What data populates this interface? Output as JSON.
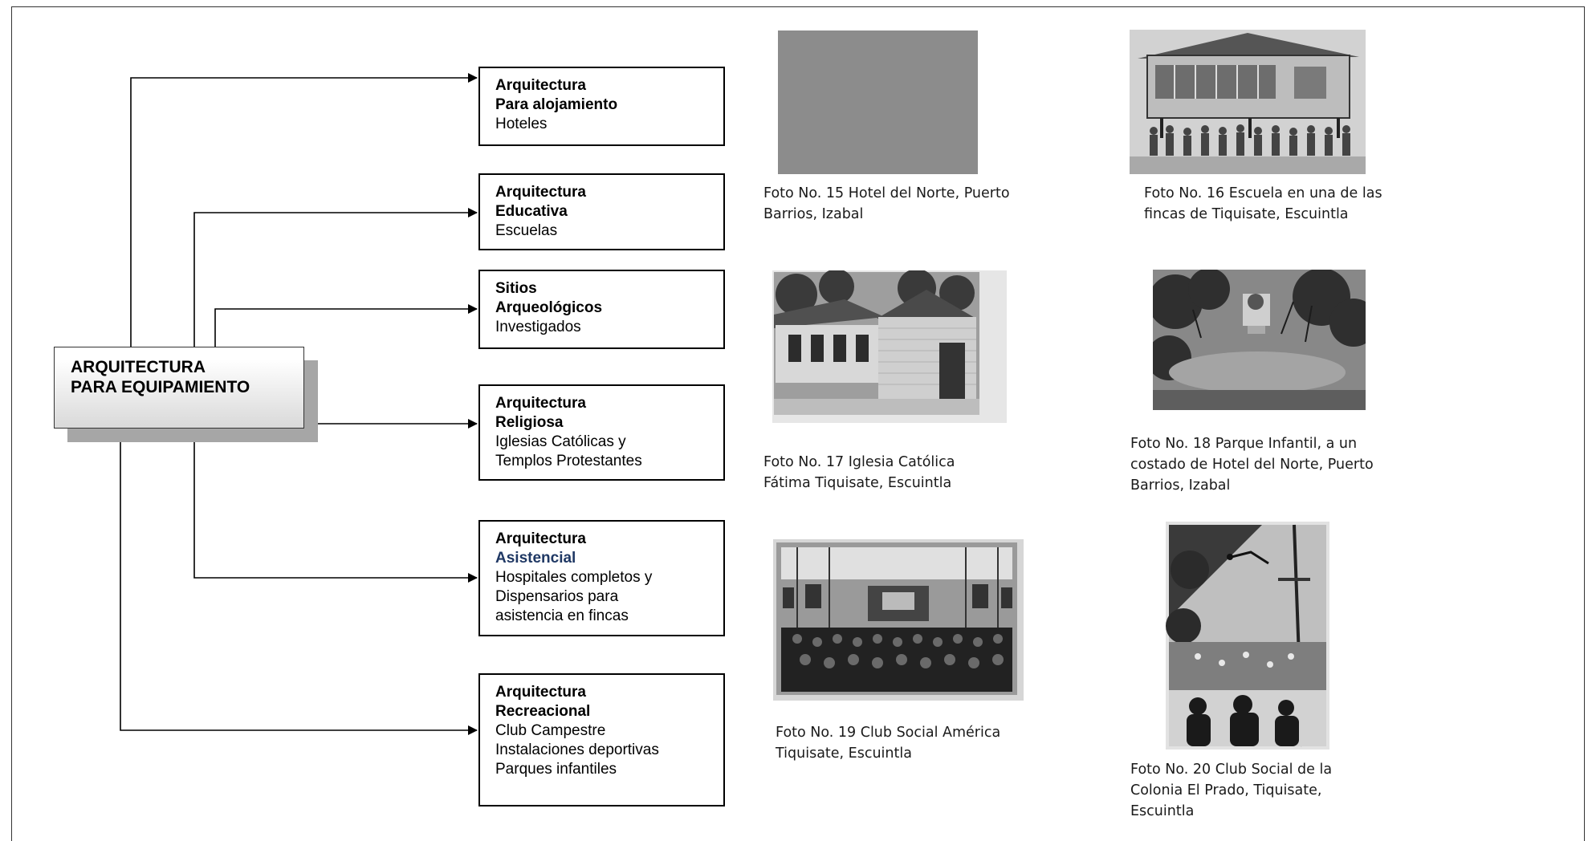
{
  "main_node": {
    "line1": "ARQUITECTURA",
    "line2": "PARA EQUIPAMIENTO"
  },
  "categories": [
    {
      "title": "Arquitectura",
      "subtitle": "Para alojamiento",
      "details": [
        "Hoteles"
      ]
    },
    {
      "title": "Arquitectura",
      "subtitle": "Educativa",
      "details": [
        "Escuelas"
      ]
    },
    {
      "title": "Sitios",
      "subtitle": "Arqueológicos",
      "details": [
        "Investigados"
      ]
    },
    {
      "title": "Arquitectura",
      "subtitle": "Religiosa",
      "details": [
        "Iglesias Católicas y",
        "Templos Protestantes"
      ]
    },
    {
      "title": "Arquitectura",
      "subtitle": "Asistencial",
      "details": [
        "Hospitales completos y",
        "Dispensarios para",
        "asistencia en fincas"
      ]
    },
    {
      "title": "Arquitectura",
      "subtitle": "Recreacional",
      "details": [
        "Club Campestre",
        "Instalaciones deportivas",
        "Parques infantiles"
      ]
    }
  ],
  "photos": [
    {
      "caption_lines": [
        "Foto No. 15 Hotel del Norte, Puerto",
        "Barrios, Izabal"
      ]
    },
    {
      "caption_lines": [
        "Foto No. 16  Escuela en una de las",
        "fincas de Tiquisate, Escuintla"
      ]
    },
    {
      "caption_lines": [
        "Foto No. 17  Iglesia Católica",
        "Fátima Tiquisate, Escuintla"
      ]
    },
    {
      "caption_lines": [
        "Foto No. 18   Parque Infantil, a un",
        "costado de Hotel del Norte, Puerto",
        "Barrios, Izabal"
      ]
    },
    {
      "caption_lines": [
        "Foto No. 19   Club Social América",
        "Tiquisate, Escuintla"
      ]
    },
    {
      "caption_lines": [
        "Foto No. 20  Club Social de la",
        "Colonia El Prado, Tiquisate,",
        "Escuintla"
      ]
    }
  ],
  "colors": {
    "subtitle_highlight": "#1f3864",
    "placeholder_photo": "#8c8c8c"
  }
}
